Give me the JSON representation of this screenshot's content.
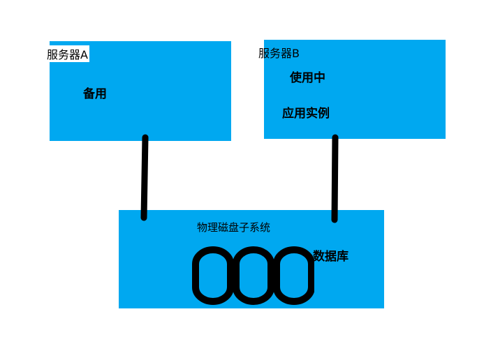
{
  "server_a": {
    "title": "服务器A",
    "status": "备用"
  },
  "server_b": {
    "title": "服务器B",
    "status": "使用中",
    "app": "应用实例"
  },
  "disk_subsystem": {
    "title": "物理磁盘子系统",
    "database_label": "数据库",
    "disk_count": 3
  },
  "colors": {
    "box_fill": "#00a8f0",
    "line": "#000000"
  },
  "icons": [
    "disk-icon",
    "connector-line"
  ]
}
